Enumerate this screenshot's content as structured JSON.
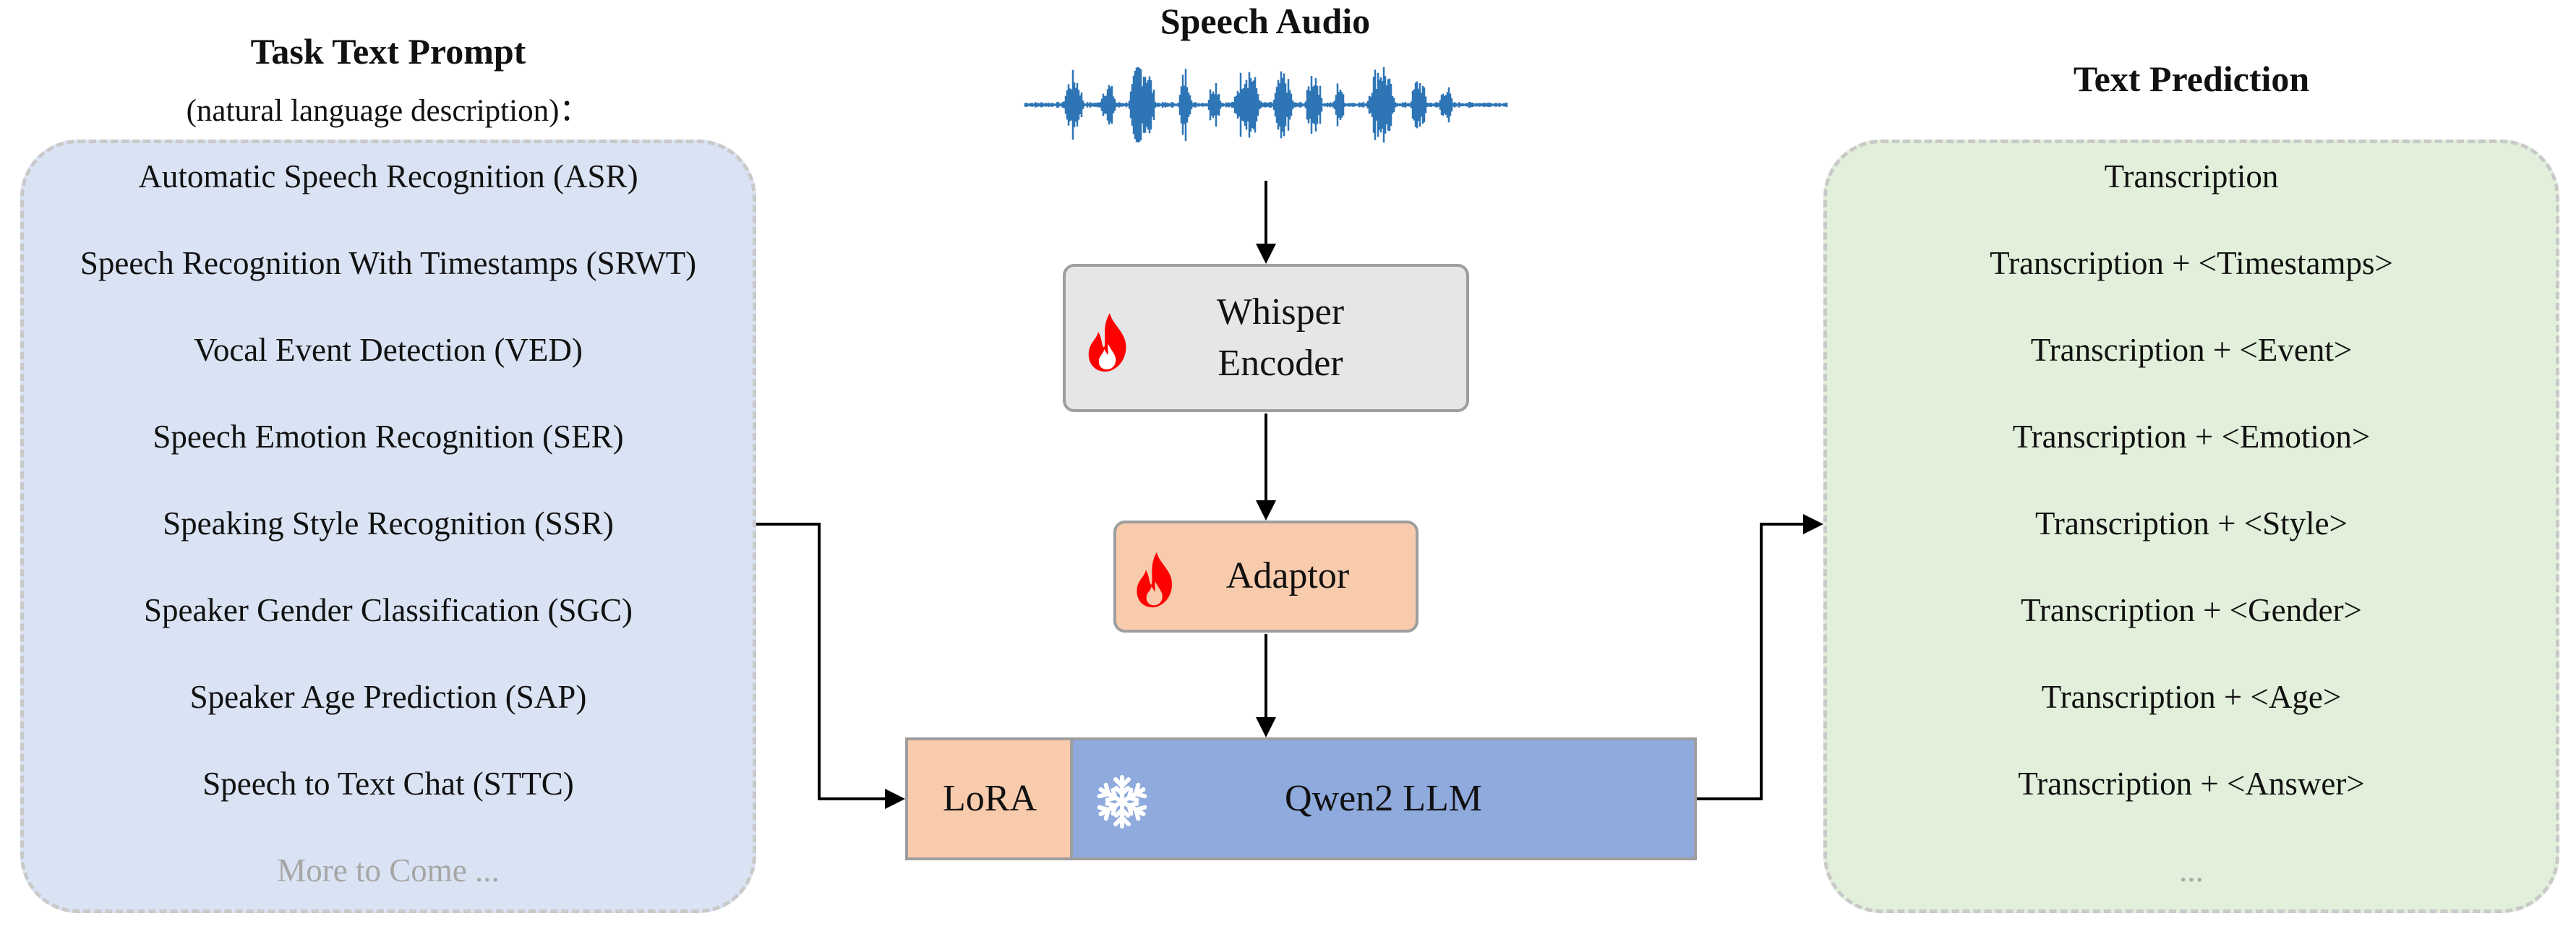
{
  "left_panel": {
    "title": "Task Text Prompt",
    "subtitle": "(natural language description)：",
    "items": [
      "Automatic Speech Recognition (ASR)",
      "Speech Recognition With Timestamps (SRWT)",
      "Vocal Event Detection (VED)",
      "Speech Emotion Recognition (SER)",
      "Speaking Style Recognition (SSR)",
      "Speaker Gender Classification (SGC)",
      "Speaker Age Prediction (SAP)",
      "Speech to Text Chat (STTC)"
    ],
    "more": "More to Come ..."
  },
  "center": {
    "audio_title": "Speech Audio",
    "whisper_line1": "Whisper",
    "whisper_line2": "Encoder",
    "adaptor": "Adaptor",
    "lora": "LoRA",
    "llm": "Qwen2 LLM",
    "icons": {
      "trainable": "flame-icon",
      "frozen": "snowflake-icon",
      "audio": "waveform-icon"
    },
    "colors": {
      "whisper": "#e6e6e6",
      "adaptor": "#f8cbad",
      "lora": "#f8cbad",
      "llm": "#8faadc",
      "wave": "#2e75b6",
      "flame": "#ff0000"
    }
  },
  "right_panel": {
    "title": "Text Prediction",
    "items": [
      "Transcription",
      "Transcription + <Timestamps>",
      "Transcription + <Event>",
      "Transcription + <Emotion>",
      "Transcription + <Style>",
      "Transcription + <Gender>",
      "Transcription + <Age>",
      "Transcription + <Answer>"
    ],
    "more": "..."
  }
}
